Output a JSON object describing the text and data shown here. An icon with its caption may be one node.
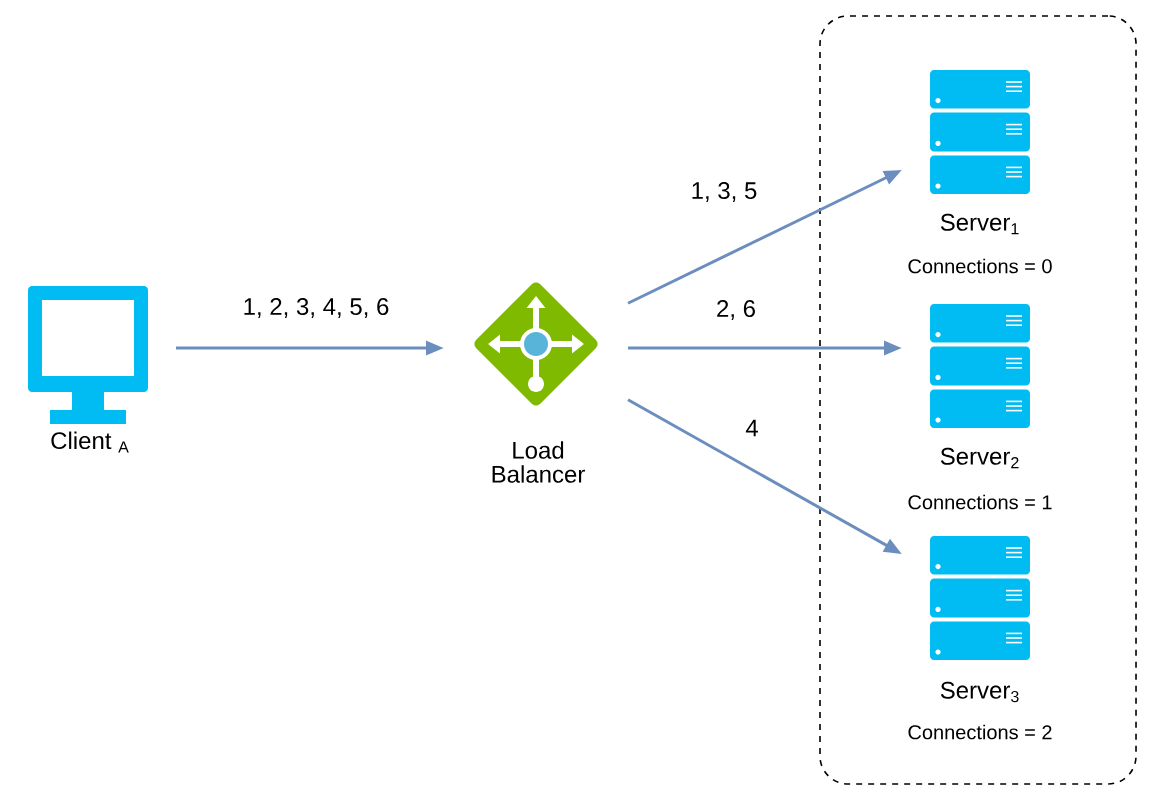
{
  "diagram": {
    "nodes": [
      {
        "text": [],
        "shape": "box"
      },
      {
        "text": [
          "Client $_{A}$"
        ]
      },
      {
        "text": [
          "Load Balancer"
        ]
      },
      {
        "text": [
          "Server$_{1}$",
          "Connections = 0"
        ],
        "in": 0
      },
      {
        "text": [
          "Server$_{2}$",
          "Connections = 1"
        ],
        "in": 0
      },
      {
        "text": [
          "Server$_{3}$",
          "Connections = 2"
        ],
        "in": 0
      }
    ],
    "edges": [
      {
        "from": 1,
        "to": 2,
        "arrow": "to",
        "label": "1, 2, 3, 4, 5, 6"
      },
      {
        "from": 2,
        "to": 3,
        "arrow": "to",
        "label": "1, 3, 5"
      },
      {
        "from": 2,
        "to": 4,
        "arrow": "to",
        "label": "2, 6"
      },
      {
        "from": 2,
        "to": 5,
        "arrow": "to",
        "label": "4"
      }
    ]
  }
}
